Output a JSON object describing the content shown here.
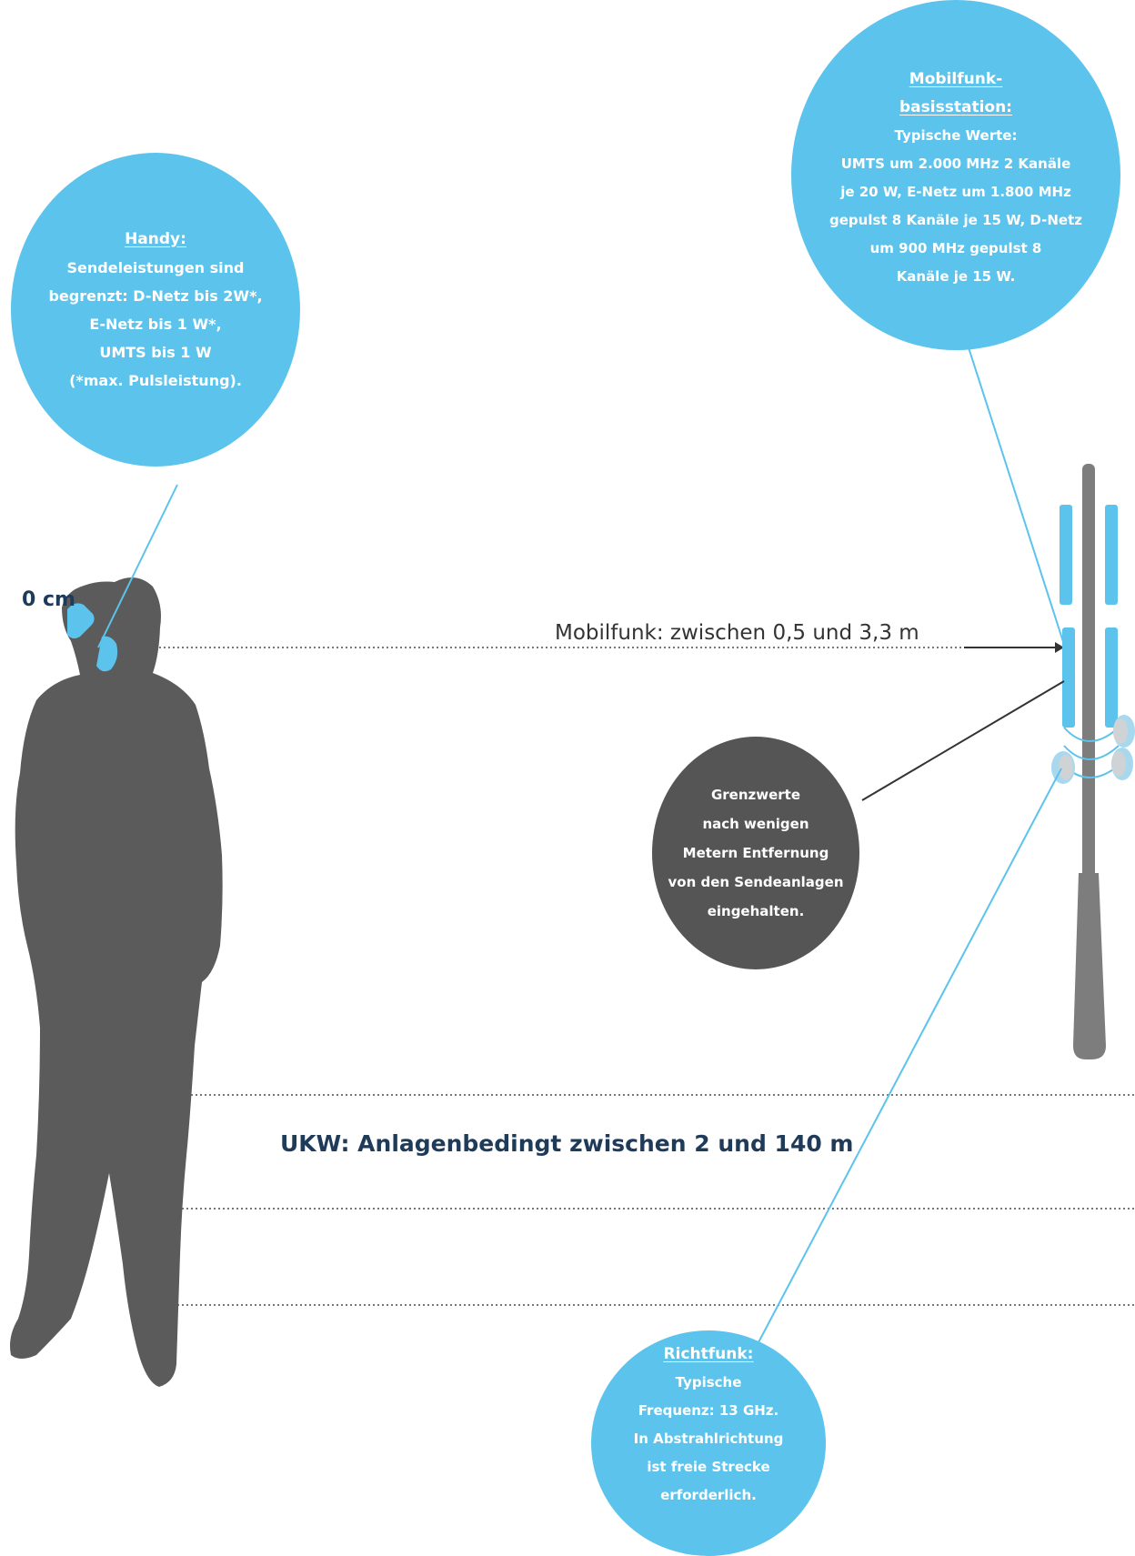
{
  "colors": {
    "accent_blue": "#5bc3ec",
    "silhouette": "#5b5b5b",
    "dark_bubble": "#555555",
    "navy_text": "#1f3b5a",
    "mast": "#7d7d7d"
  },
  "distance_labels": {
    "zero": "0 cm",
    "mobilfunk": "Mobilfunk: zwischen 0,5 und 3,3 m",
    "ukw": "UKW: Anlagenbedingt zwischen 2 und 140 m"
  },
  "bubbles": {
    "handy": {
      "title": "Handy:",
      "lines": [
        "Sendeleistungen sind",
        "begrenzt: D-Netz bis 2W*,",
        "E-Netz bis 1 W*,",
        "UMTS bis 1 W",
        "(*max. Pulsleistung)."
      ]
    },
    "basisstation": {
      "title_lines": [
        "Mobilfunk-",
        "basisstation:"
      ],
      "lines": [
        "Typische Werte:",
        "UMTS um 2.000 MHz 2 Kanäle",
        "je 20 W, E-Netz um 1.800 MHz",
        "gepulst 8 Kanäle je 15 W, D-Netz",
        "um 900 MHz gepulst 8",
        "Kanäle je 15 W."
      ]
    },
    "grenzwerte": {
      "lines": [
        "Grenzwerte",
        "nach wenigen",
        "Metern Entfernung",
        "von den Sendeanlagen",
        "eingehalten."
      ]
    },
    "richtfunk": {
      "title": "Richtfunk:",
      "lines": [
        "Typische",
        "Frequenz: 13 GHz.",
        "In Abstrahlrichtung",
        "ist freie Strecke",
        "erforderlich."
      ]
    }
  }
}
